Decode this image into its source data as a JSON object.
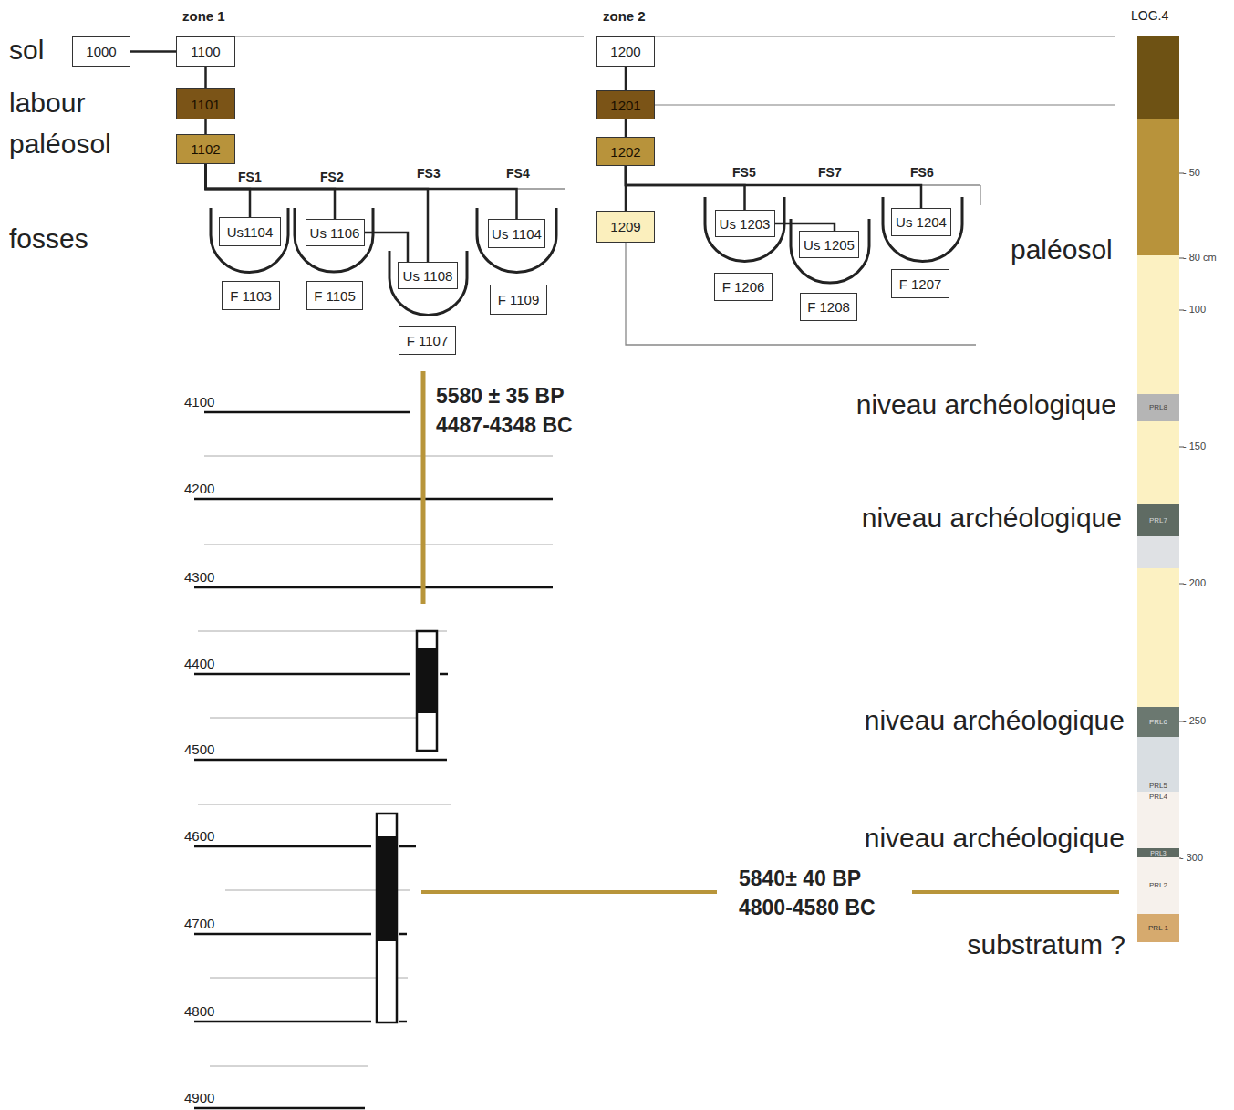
{
  "diagram": {
    "nodes": [
      {
        "text": [
          "1000"
        ]
      },
      {
        "text": [
          "1100"
        ]
      },
      {
        "text": [
          "1101"
        ]
      },
      {
        "text": [
          "1102"
        ]
      },
      {
        "text": [
          "Us1104"
        ]
      },
      {
        "text": [
          "F 1103"
        ]
      },
      {
        "text": [
          "Us 1106"
        ]
      },
      {
        "text": [
          "F 1105"
        ]
      },
      {
        "text": [
          "Us 1108"
        ]
      },
      {
        "text": [
          "F 1107"
        ]
      },
      {
        "text": [
          "Us 1104"
        ]
      },
      {
        "text": [
          "F 1109"
        ]
      },
      {
        "text": [
          "1200"
        ]
      },
      {
        "text": [
          "1201"
        ]
      },
      {
        "text": [
          "1202"
        ]
      },
      {
        "text": [
          "1209"
        ]
      },
      {
        "text": [
          "Us 1203"
        ]
      },
      {
        "text": [
          "F 1206"
        ]
      },
      {
        "text": [
          "Us 1205"
        ]
      },
      {
        "text": [
          "F 1208"
        ]
      },
      {
        "text": [
          "Us 1204"
        ]
      },
      {
        "text": [
          "F 1207"
        ]
      },
      {
        "text": [
          "PRL8"
        ]
      },
      {
        "text": [
          "PRL7"
        ]
      },
      {
        "text": [
          "PRL6"
        ]
      },
      {
        "text": [
          "PRL5"
        ]
      },
      {
        "text": [
          "PRL4"
        ]
      },
      {
        "text": [
          "PRL3"
        ]
      },
      {
        "text": [
          "PRL2"
        ]
      },
      {
        "text": [
          "PRL 1"
        ]
      }
    ],
    "edges": [
      {
        "from": 0,
        "to": 1,
        "arrow": "none"
      },
      {
        "from": 1,
        "to": 2,
        "arrow": "none"
      },
      {
        "from": 2,
        "to": 3,
        "arrow": "none"
      },
      {
        "from": 3,
        "to": 4,
        "arrow": "none"
      },
      {
        "from": 3,
        "to": 6,
        "arrow": "none"
      },
      {
        "from": 3,
        "to": 8,
        "arrow": "none"
      },
      {
        "from": 3,
        "to": 10,
        "arrow": "none"
      },
      {
        "from": 6,
        "to": 8,
        "arrow": "none"
      },
      {
        "from": 12,
        "to": 13,
        "arrow": "none"
      },
      {
        "from": 13,
        "to": 14,
        "arrow": "none"
      },
      {
        "from": 14,
        "to": 15,
        "arrow": "none"
      },
      {
        "from": 14,
        "to": 16,
        "arrow": "none"
      },
      {
        "from": 14,
        "to": 20,
        "arrow": "none"
      },
      {
        "from": 16,
        "to": 18,
        "arrow": "none"
      }
    ],
    "labels": [
      "zone 1",
      "zone 2",
      "LOG.4",
      "sol",
      "labour",
      "paléosol",
      "fosses",
      "FS1",
      "FS2",
      "FS3",
      "FS4",
      "FS5",
      "FS7",
      "FS6",
      "paléosol",
      "niveau archéologique",
      "niveau archéologique",
      "niveau archéologique",
      "niveau archéologique",
      "substratum ?",
      "5580 ± 35 BP",
      "4487-4348 BC",
      "5840± 40 BP",
      "4800-4580 BC",
      "4100",
      "4200",
      "4300",
      "4400",
      "4500",
      "4600",
      "4700",
      "4800",
      "4900",
      "- 50",
      "- 80 cm",
      "- 100",
      "- 150",
      "- 200",
      "- 250",
      "- 300"
    ]
  }
}
